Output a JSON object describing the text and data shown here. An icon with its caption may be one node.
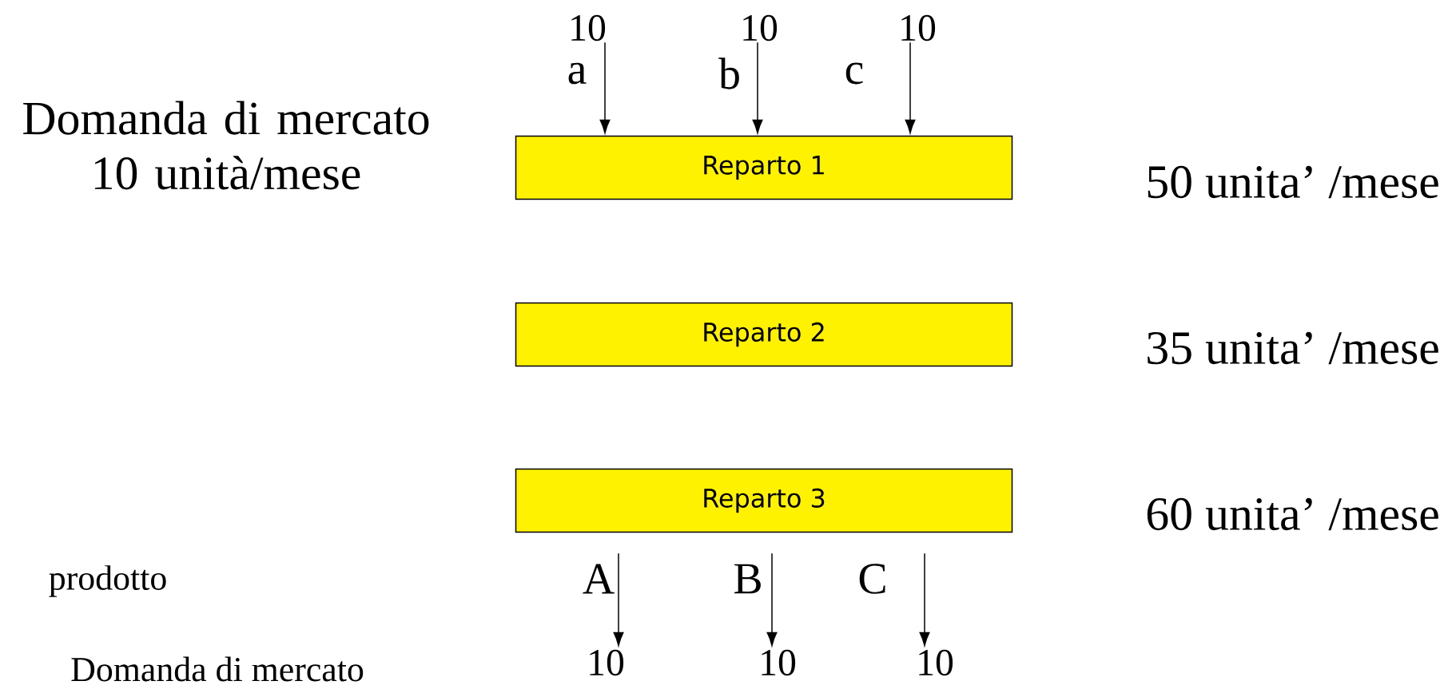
{
  "diagram": {
    "nodes": [
      {
        "text": [
          "Reparto 1"
        ],
        "beside": [
          "50 unita’ /mese"
        ]
      },
      {
        "text": [
          "Reparto 2"
        ],
        "beside": [
          "35 unita’ /mese"
        ]
      },
      {
        "text": [
          "Reparto 3"
        ],
        "beside": [
          "60 unita’ /mese"
        ]
      },
      {
        "text": [
          "10"
        ]
      },
      {
        "text": [
          "10"
        ]
      },
      {
        "text": [
          "10"
        ]
      },
      {
        "text": [
          "10"
        ]
      },
      {
        "text": [
          "10"
        ]
      },
      {
        "text": [
          "10"
        ]
      }
    ],
    "edges": [
      {
        "from": 3,
        "to": 0,
        "arrow": "to",
        "label": "a"
      },
      {
        "from": 4,
        "to": 0,
        "arrow": "to",
        "label": "b"
      },
      {
        "from": 5,
        "to": 0,
        "arrow": "to",
        "label": "c"
      },
      {
        "from": 2,
        "to": 6,
        "arrow": "to",
        "label": "A"
      },
      {
        "from": 2,
        "to": 7,
        "arrow": "to",
        "label": "B"
      },
      {
        "from": 2,
        "to": 8,
        "arrow": "to",
        "label": "C"
      }
    ],
    "labels": [
      "Domanda di mercato 10 unità/mese",
      "prodotto",
      "Domanda di mercato"
    ]
  }
}
